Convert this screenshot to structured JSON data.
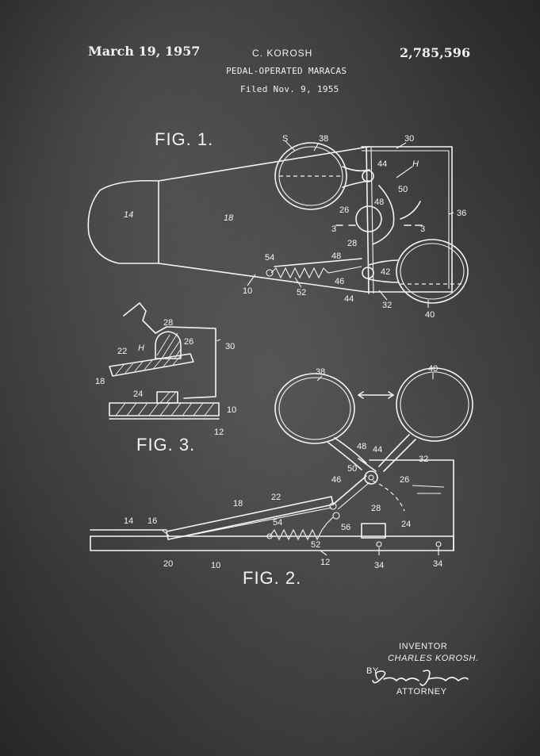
{
  "header": {
    "date": "March 19, 1957",
    "inventor_name": "C. KOROSH",
    "title": "PEDAL-OPERATED MARACAS",
    "filed": "Filed Nov. 9, 1955",
    "patent_number": "2,785,596"
  },
  "figures": {
    "fig1": {
      "caption": "FIG. 1.",
      "labels": {
        "s": "S",
        "n38": "38",
        "n30": "30",
        "n44": "44",
        "h": "H",
        "n50": "50",
        "n48": "48",
        "n26": "26",
        "n3a": "3",
        "n3b": "3",
        "n36": "36",
        "n14": "14",
        "n18": "18",
        "n28": "28",
        "n54": "54",
        "n49": "48",
        "n46": "46",
        "n42": "42",
        "n10": "10",
        "n52": "52",
        "n44b": "44",
        "n32": "32",
        "n40": "40"
      }
    },
    "fig3": {
      "caption": "FIG. 3.",
      "labels": {
        "n28": "28",
        "h": "H",
        "n26": "26",
        "n30": "30",
        "n22": "22",
        "n18": "18",
        "n24": "24",
        "n10": "10",
        "n12": "12"
      }
    },
    "fig2": {
      "caption": "FIG. 2.",
      "labels": {
        "n38": "38",
        "n40": "40",
        "n48": "48",
        "n44": "44",
        "n32": "32",
        "n50": "50",
        "n46": "46",
        "n26": "26",
        "n18": "18",
        "n22": "22",
        "n28": "28",
        "n14": "14",
        "n16": "16",
        "n54": "54",
        "n56": "56",
        "n24": "24",
        "n52": "52",
        "n20": "20",
        "n10": "10",
        "n12": "12",
        "n34a": "34",
        "n34b": "34"
      }
    }
  },
  "footer": {
    "inventor_label": "INVENTOR",
    "inventor": "CHARLES KOROSH.",
    "by": "BY",
    "attorney_label": "ATTORNEY"
  }
}
